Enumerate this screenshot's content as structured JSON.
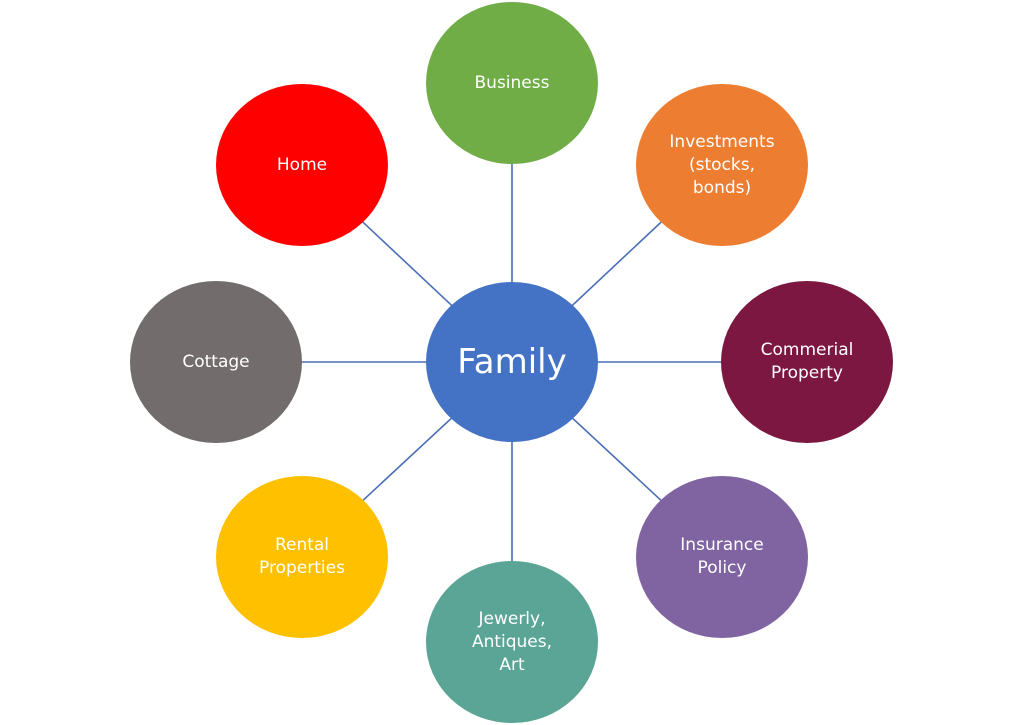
{
  "center": {
    "label": "Family",
    "color": "#4472c4"
  },
  "nodes": [
    {
      "label": "Business",
      "color": "#70ad47"
    },
    {
      "label": "Investments\n(stocks,\nbonds)",
      "color": "#ed7d31"
    },
    {
      "label": "Commerial\nProperty",
      "color": "#7c1742"
    },
    {
      "label": "Insurance\nPolicy",
      "color": "#8064a2"
    },
    {
      "label": "Jewerly,\nAntiques,\nArt",
      "color": "#5ba596"
    },
    {
      "label": "Rental\nProperties",
      "color": "#ffc000"
    },
    {
      "label": "Cottage",
      "color": "#736c6c"
    },
    {
      "label": "Home",
      "color": "#ff0000"
    }
  ],
  "link_color": "#4a6fb5"
}
